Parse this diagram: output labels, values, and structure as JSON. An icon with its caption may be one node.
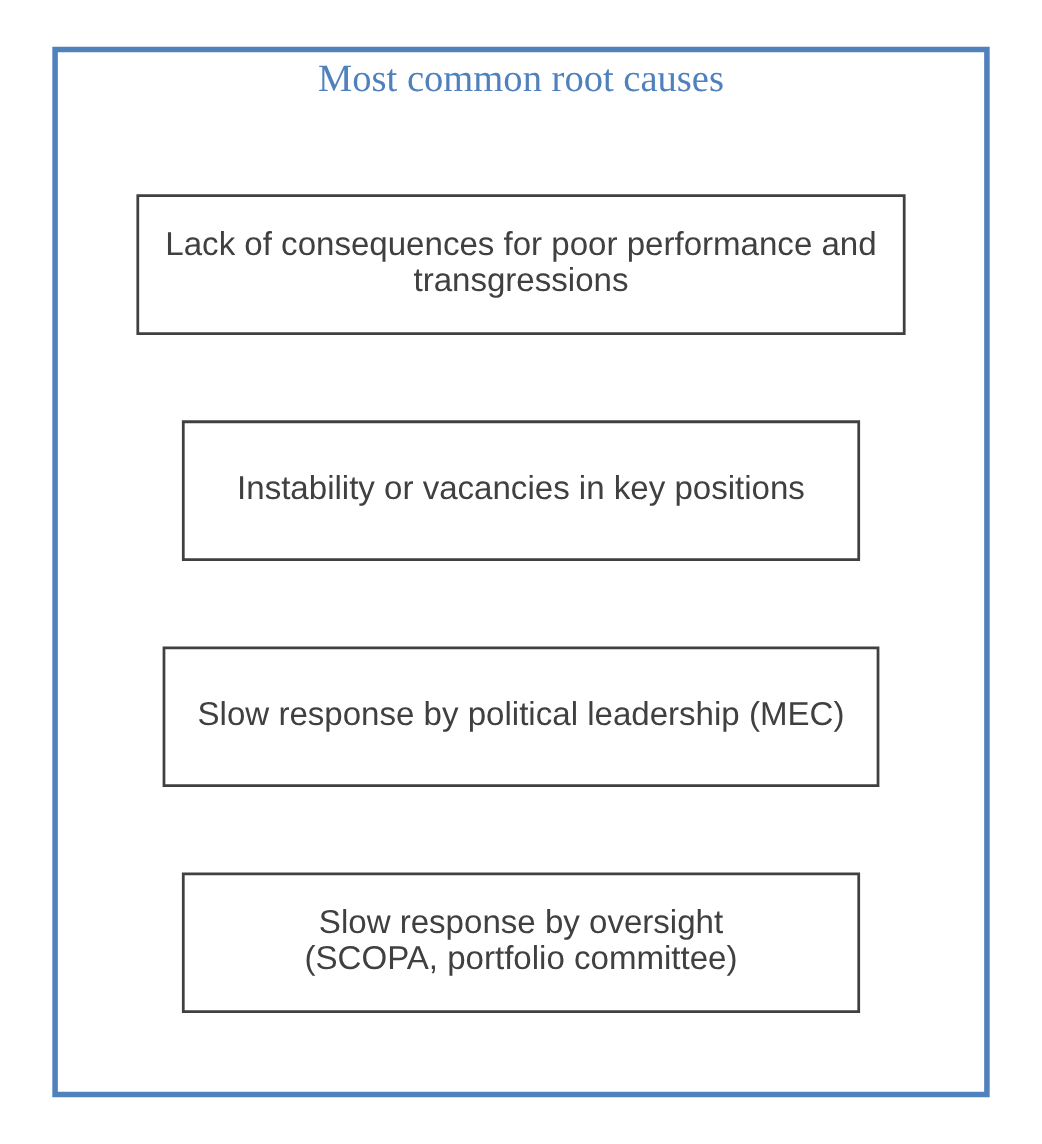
{
  "diagram": {
    "nodes": [
      {
        "text": [
          "Most common root causes"
        ]
      },
      {
        "text": [
          "Lack of consequences for poor performance and transgressions"
        ],
        "in": 0
      },
      {
        "text": [
          "Instability or vacancies in key positions"
        ],
        "in": 0
      },
      {
        "text": [
          "Slow response by political leadership (MEC)"
        ],
        "in": 0
      },
      {
        "text": [
          "Slow response by oversight",
          "(SCOPA, portfolio committee)"
        ],
        "in": 0
      }
    ]
  }
}
